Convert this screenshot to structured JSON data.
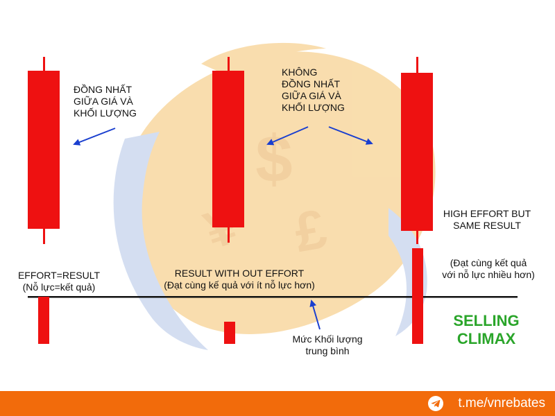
{
  "colors": {
    "candle": "#ee1111",
    "line": "#111111",
    "arrow": "#1a3fcf",
    "accent_green": "#2aa52a",
    "footer_bg": "#f26b0b",
    "wm_orange": "#f8d8a0",
    "wm_blue": "#cdd9ef"
  },
  "labels": {
    "first_a": [
      "ĐỒNG NHẤT",
      "GIỮA GIÁ VÀ",
      "KHỐI LƯỢNG"
    ],
    "second_a": [
      "KHÔNG",
      "ĐỒNG NHẤT",
      "GIỮA GIÁ VÀ",
      "KHỐI LƯỢNG"
    ],
    "high_effort": [
      "HIGH EFFORT BUT",
      "SAME RESULT"
    ],
    "first_b": "EFFORT=RESULT",
    "first_b_vi": "(Nỗ lực=kết quả)",
    "result_no_effort": "RESULT WITH OUT EFFORT",
    "result_no_effort_vi": "(Đạt cùng kế quả với ít nỗ lực hơn)",
    "same_result_vi": [
      "(Đạt cùng kết quả",
      "với nỗ lực nhiều hơn)"
    ],
    "avg_volume": [
      "Mức Khối lượng",
      "trung bình"
    ],
    "selling_climax": [
      "SELLING",
      "CLIMAX"
    ]
  },
  "watermark_icons": [
    "dollar-icon",
    "yen-icon",
    "pound-icon"
  ],
  "footer": {
    "icon": "telegram-icon",
    "text": "t.me/vnrebates"
  }
}
